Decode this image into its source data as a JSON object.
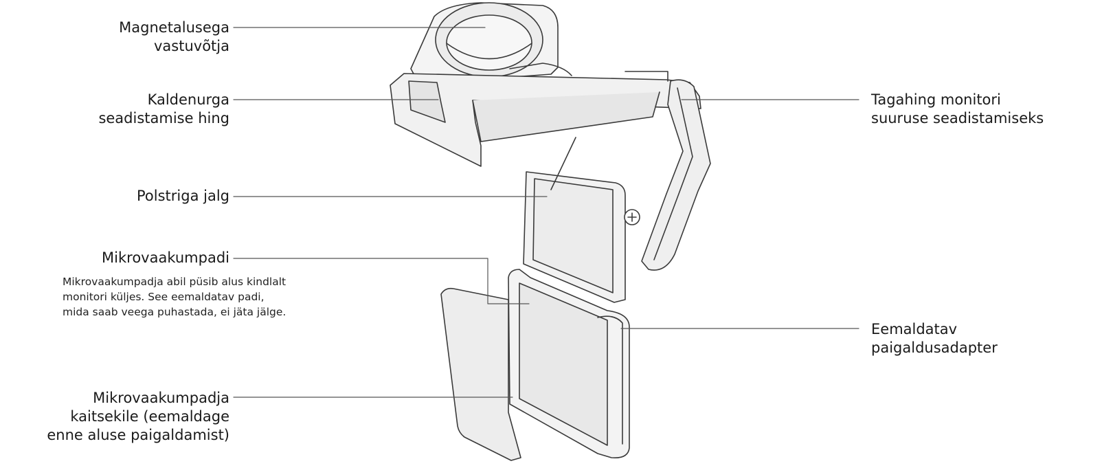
{
  "labels": {
    "magnet_receiver": [
      "Magnetalusega",
      "vastuvõtja"
    ],
    "tilt_hinge": [
      "Kaldenurga",
      "seadistamise hing"
    ],
    "padded_foot": [
      "Polstriga jalg"
    ],
    "micro_suction_pad": {
      "title": "Mikrovaakumpadi",
      "description": [
        "Mikrovaakumpadja abil püsib alus kindlalt",
        "monitori küljes. See eemaldatav padi,",
        "mida saab veega puhastada, ei jäta jälge."
      ]
    },
    "pad_protector": [
      "Mikrovaakumpadja",
      "kaitsekile (eemaldage",
      "enne aluse paigaldamist)"
    ],
    "back_hinge": [
      "Tagahing monitori",
      "suuruse seadistamiseks"
    ],
    "mount_adapter": [
      "Eemaldatav",
      "paigaldusadapter"
    ]
  },
  "colors": {
    "line": "#3a3a3a",
    "fill_light": "#f4f4f4",
    "fill_mid": "#e9e9e9",
    "fill_dark": "#dadada"
  }
}
